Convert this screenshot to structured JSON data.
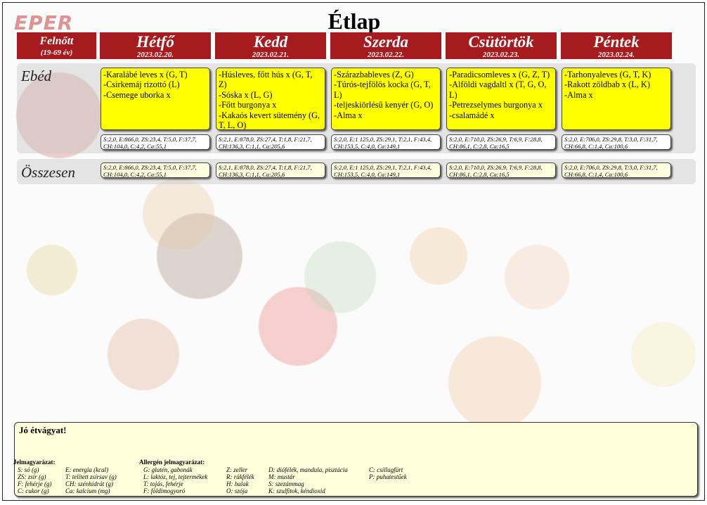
{
  "logo": "EPER",
  "title": "Étlap",
  "age_group": {
    "label": "Felnőtt",
    "range": "(19-69 év)"
  },
  "days": [
    {
      "name": "Hétfő",
      "date": "2023.02.20.",
      "lunch": [
        "-Karalábé leves x (G, T)",
        "-Csirkemáj rizottó (L)",
        "-Csemege uborka x"
      ],
      "nutrition": "S:2,0, E:866,0, ZS:23,4, T:5,0, F:37,7, CH:104,0, C:4,2, Ca:55,1"
    },
    {
      "name": "Kedd",
      "date": "2023.02.21.",
      "lunch": [
        "-Húsleves, főtt hús x (G, T, Z)",
        "-Sóska x (L, G)",
        "-Főtt burgonya x",
        "-Kakaós kevert sütemény (G, T, L, O)"
      ],
      "nutrition": "S:2,1, E:878,0, ZS:27,4, T:1,8, F:21,7, CH:136,3, C:1,1, Ca:205,6"
    },
    {
      "name": "Szerda",
      "date": "2023.02.22.",
      "lunch": [
        "-Szárazbableves (Z, G)",
        "-Túrós-tejfölös kocka (G, T, L)",
        "-teljeskiörlésű kenyér (G, O)",
        "-Alma x"
      ],
      "nutrition": "S:2,0, E:1 125,0, ZS:29,1, T:2,1, F:43,4, CH:153,5, C:4,0, Ca:149,1"
    },
    {
      "name": "Csütörtök",
      "date": "2023.02.23.",
      "lunch": [
        "-Paradicsomleves x (G, Z, T)",
        "-Alföldi vagdaltl x (T, G, O, L)",
        "-Petrezselymes burgonya x",
        "-csalamádé x"
      ],
      "nutrition": "S:2,0, E:710,0, ZS:26,9, T:6,9, F:28,8, CH:86,1, C:2,8, Ca:16,5"
    },
    {
      "name": "Péntek",
      "date": "2023.02.24.",
      "lunch": [
        "-Tarhonyaleves (G, T, K)",
        "-Rakott zöldbab x (L, K)",
        "-Alma x"
      ],
      "nutrition": "S:2,0, E:706,0, ZS:29,8, T:3,0, F:31,7, CH:66,8, C:1,4, Ca:100,6"
    }
  ],
  "rows": {
    "lunch_label": "Ebéd",
    "total_label": "Összesen"
  },
  "footer": {
    "greeting": "Jó étvágyat!",
    "legend_title": "Jelmagyarázat:",
    "legend_col1": [
      "S: só (g)",
      "ZS: zsír (g)",
      "F: fehérje (g)",
      "C: cukor (g)"
    ],
    "legend_col2": [
      "E: energia (kcal)",
      "T: telített zsírsav (g)",
      "CH: szénhidrát (g)",
      "Ca: kalcium (mg)"
    ],
    "allergen_title": "Allergén jelmagyarázat:",
    "allergen_col1": [
      "G: glutén, gabonák",
      "L: laktóz, tej, tejtermékek",
      "T: tojás, fehérje",
      "F: földimogyoró"
    ],
    "allergen_col2": [
      "Z: zeller",
      "R: rákfélék",
      "H: halak",
      "O: szója"
    ],
    "allergen_col3": [
      "D: diófélék, mandula, pisztácia",
      "M: mustár",
      "S: szezámmag",
      "K: szulfitok, kéndioxid"
    ],
    "allergen_col4": [
      "C: csillagfürt",
      "P: puhatestűek"
    ]
  }
}
